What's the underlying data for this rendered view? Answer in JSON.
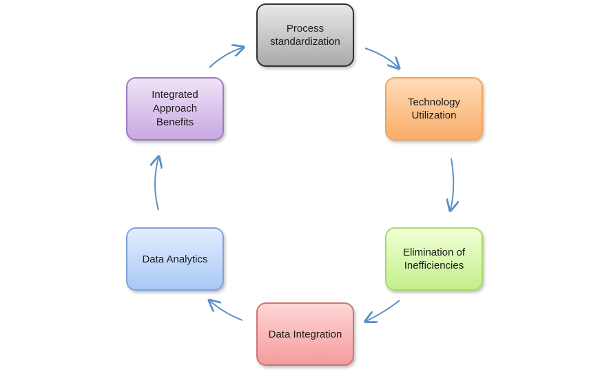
{
  "cycle": {
    "steps": [
      {
        "label": "Process standardization",
        "lines": [
          "Process",
          "standardization"
        ],
        "color": "#bdbdbd"
      },
      {
        "label": "Technology Utilization",
        "lines": [
          "Technology",
          "Utilization"
        ],
        "color": "#fbc08a"
      },
      {
        "label": "Elimination of Inefficiencies",
        "lines": [
          "Elimination of",
          "Inefficiencies"
        ],
        "color": "#d6f5ad"
      },
      {
        "label": "Data Integration",
        "lines": [
          "Data Integration"
        ],
        "color": "#f7b7b7"
      },
      {
        "label": "Data Analytics",
        "lines": [
          "Data Analytics"
        ],
        "color": "#c4dafa"
      },
      {
        "label": "Integrated Approach Benefits",
        "lines": [
          "Integrated",
          "Approach",
          "Benefits"
        ],
        "color": "#dcc7ee"
      }
    ],
    "arrow_color": "#5b8fc9"
  }
}
